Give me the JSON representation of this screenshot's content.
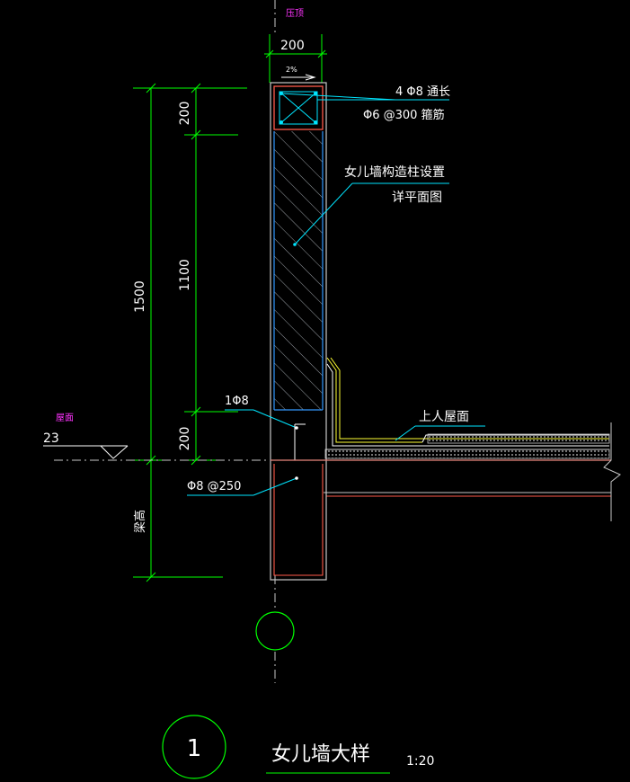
{
  "labels": {
    "top_axis_label": "压顶",
    "top_width": "200",
    "slope": "2%",
    "rebar_main": "4 Φ8 通长",
    "rebar_stirrup": "Φ6 @300 箍筋",
    "column_note_line1": "女儿墙构造柱设置",
    "column_note_line2": "详平面图",
    "dim_total": "1500",
    "dim_top": "200",
    "dim_mid": "1100",
    "dim_bottom": "200",
    "rebar_single": "1Φ8",
    "roof_label": "屋面",
    "roof_elevation": "23",
    "roof_usable": "上人屋面",
    "rebar_dowel": "Φ8 @250",
    "beam_height": "梁高",
    "detail_number": "1",
    "detail_title": "女儿墙大样",
    "scale": "1:20"
  },
  "colors": {
    "background": "#000000",
    "dimension": "#00ff00",
    "text": "#ffffff",
    "magenta": "#ff33ff",
    "cyan": "#00e5ff",
    "blue": "#3399ff",
    "outline": "#c8c8c8",
    "red": "#ff5a4a",
    "yellow": "#ffff33",
    "hatch": "#9aa0a6"
  }
}
